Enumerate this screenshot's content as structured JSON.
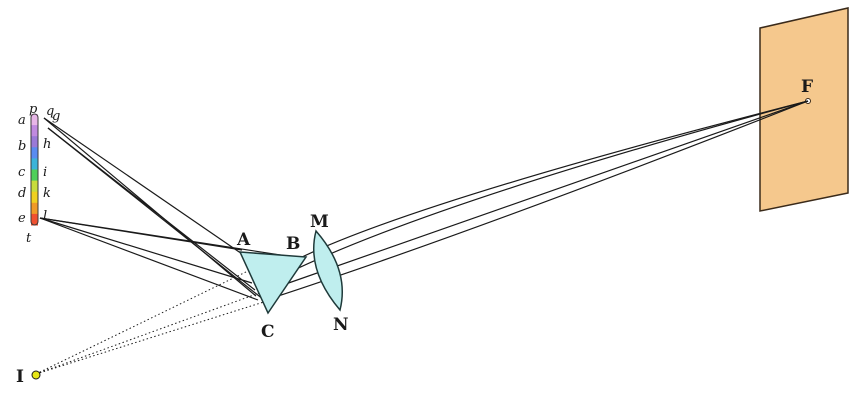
{
  "colors": {
    "screen_fill": "#f5c88d",
    "screen_stroke": "#3a2a1a",
    "prism_fill": "#bfeeee",
    "lens_fill": "#bfeeee",
    "optic_stroke": "#1f3a3a",
    "source_fill": "#e6e617",
    "spectrum": [
      "#e8b6e8",
      "#c08ae0",
      "#9a7ad8",
      "#5a8cf0",
      "#3cb4d8",
      "#4fcf5a",
      "#c8dc3c",
      "#f0d020",
      "#f09a28",
      "#f05030"
    ]
  },
  "labels": {
    "screen_point": "F",
    "prism_a": "A",
    "prism_b": "B",
    "prism_c": "C",
    "lens_top": "M",
    "lens_bottom": "N",
    "source": "I",
    "spectrum_left": [
      "p",
      "a",
      "b",
      "c",
      "d",
      "e",
      "t"
    ],
    "spectrum_right": [
      "q",
      "g",
      "h",
      "i",
      "k",
      "l"
    ]
  }
}
